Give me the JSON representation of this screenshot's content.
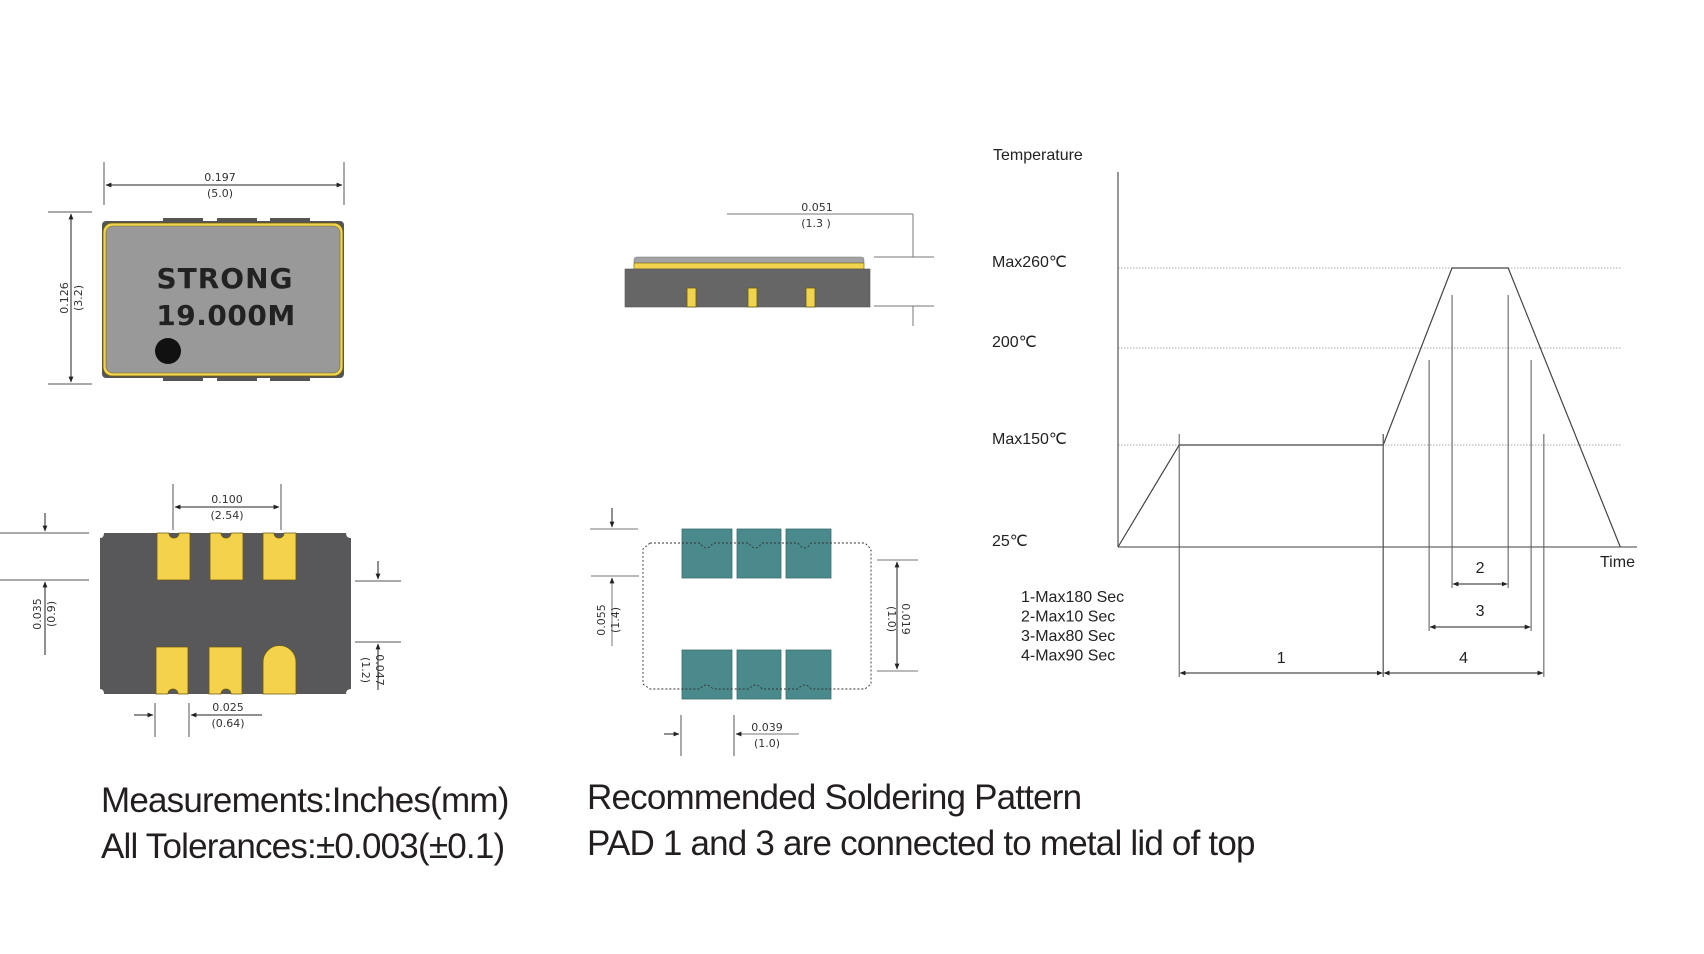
{
  "top_view": {
    "brand": "STRONG",
    "frequency": "19.000M",
    "width_in": "0.197",
    "width_mm": "(5.0)",
    "height_in": "0.126",
    "height_mm": "(3.2)",
    "colors": {
      "body": "#999999",
      "rim": "#f1d44e",
      "frame": "#555555",
      "dot": "#111111"
    }
  },
  "side_view": {
    "height_in": "0.051",
    "height_mm": "(1.3 )",
    "colors": {
      "body": "#666666",
      "lid": "#f1d44e",
      "cap": "#a3a3a3"
    }
  },
  "bottom_view": {
    "pitch_in": "0.100",
    "pitch_mm": "(2.54)",
    "pad_width_in": "0.025",
    "pad_width_mm": "(0.64)",
    "gap_in": "0.035",
    "gap_mm": "(0.9)",
    "pad_len_in": "0.047",
    "pad_len_mm": "(1.2)",
    "colors": {
      "body": "#58585a",
      "pad": "#f4d24b"
    }
  },
  "soldering_pattern": {
    "pad_len_in": "0.055",
    "pad_len_mm": "(1.4)",
    "gap_in": "0.019",
    "gap_mm": "(1.0)",
    "pad_width_in": "0.039",
    "pad_width_mm": "(1.0)",
    "colors": {
      "pad": "#4a8a8c"
    }
  },
  "captions": {
    "measurements": "Measurements:Inches(mm)",
    "tolerances": "All Tolerances:±0.003(±0.1)",
    "pattern_title": "Recommended Soldering Pattern",
    "pad_note": "PAD 1 and 3 are connected to metal lid of top"
  },
  "chart_data": {
    "type": "line",
    "title": "",
    "xlabel": "Time",
    "ylabel": "Temperature",
    "y_ticks": [
      {
        "value": 260,
        "label": "Max260℃"
      },
      {
        "value": 200,
        "label": "200℃"
      },
      {
        "value": 150,
        "label": "Max150℃"
      },
      {
        "value": 25,
        "label": "25℃"
      }
    ],
    "grid": "dotted horizontal at 150, 200, 260",
    "profile": [
      {
        "t": 0,
        "temp": 25
      },
      {
        "t": 0.12,
        "temp": 150
      },
      {
        "t": 0.52,
        "temp": 150
      },
      {
        "t": 0.655,
        "temp": 260
      },
      {
        "t": 0.765,
        "temp": 260
      },
      {
        "t": 0.985,
        "temp": 25
      }
    ],
    "intervals": [
      {
        "label": "1",
        "from": 0.12,
        "to": 0.52,
        "level": "bottom"
      },
      {
        "label": "4",
        "from": 0.52,
        "to": 0.835,
        "level": "bottom"
      },
      {
        "label": "3",
        "from": 0.61,
        "to": 0.81,
        "level": "middle"
      },
      {
        "label": "2",
        "from": 0.655,
        "to": 0.765,
        "level": "top"
      }
    ],
    "legend": [
      "1-Max180 Sec",
      "2-Max10 Sec",
      "3-Max80 Sec",
      "4-Max90 Sec"
    ],
    "legend_position": "bottom-left"
  }
}
